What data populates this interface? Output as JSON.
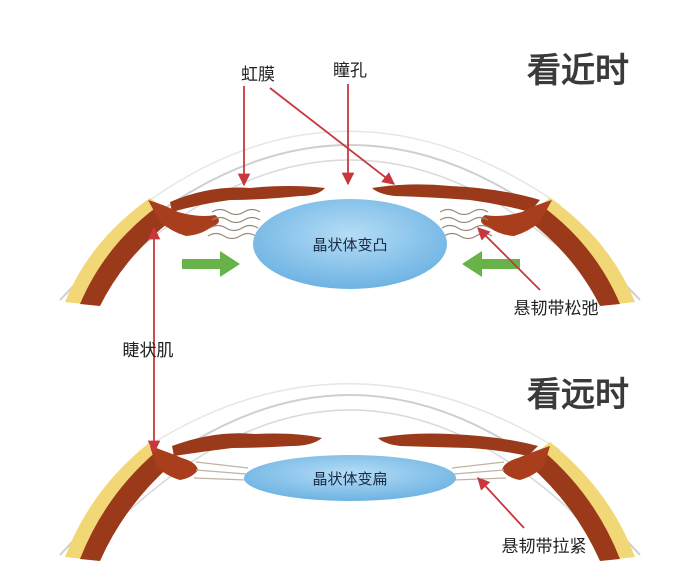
{
  "titles": {
    "near": "看近时",
    "far": "看远时"
  },
  "labels": {
    "iris": "虹膜",
    "pupil": "瞳孔",
    "ciliary_muscle": "睫状肌",
    "zonule_relaxed": "悬韧带松弛",
    "zonule_taut": "悬韧带拉紧"
  },
  "lens": {
    "near_text": "晶状体变凸",
    "far_text": "晶状体变扁"
  },
  "colors": {
    "pointer": "#c8373d",
    "arrow_green": "#67b34a",
    "lens_fill": "#86c3ec",
    "tissue": "#9a3a1a",
    "sclera_yellow": "#f2d777",
    "cornea_line": "#cfcfcf"
  }
}
